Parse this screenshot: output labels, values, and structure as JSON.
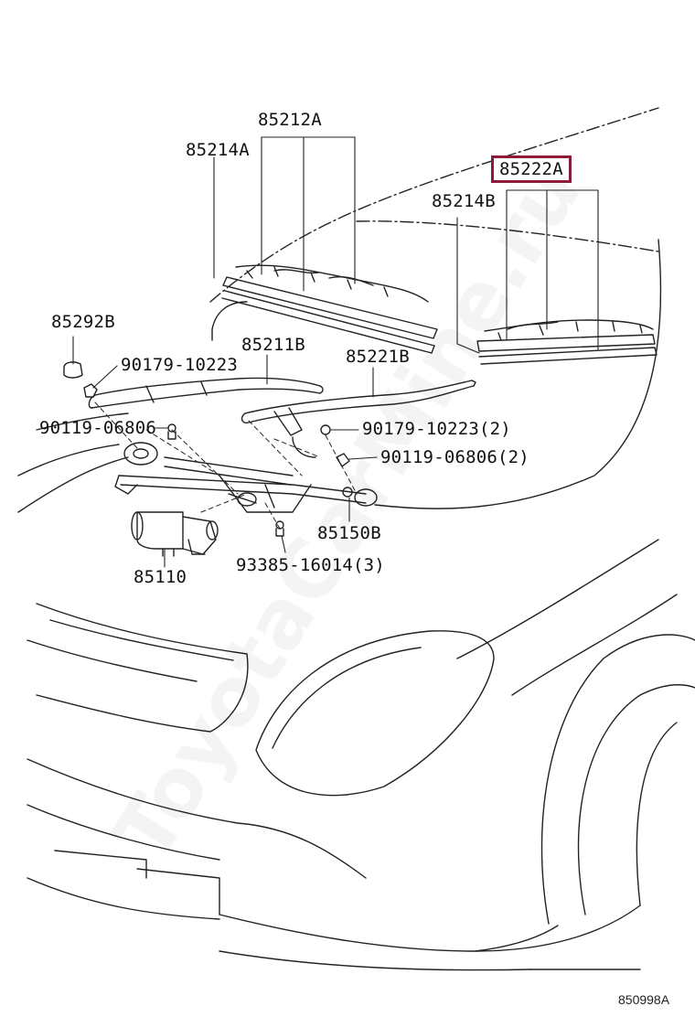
{
  "diagram": {
    "labels": {
      "p85212A": "85212A",
      "p85214A": "85214A",
      "p85222A": "85222A",
      "p85214B": "85214B",
      "p85292B": "85292B",
      "p90179_10223": "90179-10223",
      "p85211B": "85211B",
      "p85221B": "85221B",
      "p90119_06806": "90119-06806",
      "p90179_10223_2": "90179-10223(2)",
      "p90119_06806_2": "90119-06806(2)",
      "p85150B": "85150B",
      "p93385_16014_3": "93385-16014(3)",
      "p85110": "85110"
    },
    "highlighted_part": "85222A",
    "highlight_color": "#8e1a3a",
    "diagram_code": "850998A"
  },
  "watermark": "ToyotaCarMine.ru"
}
